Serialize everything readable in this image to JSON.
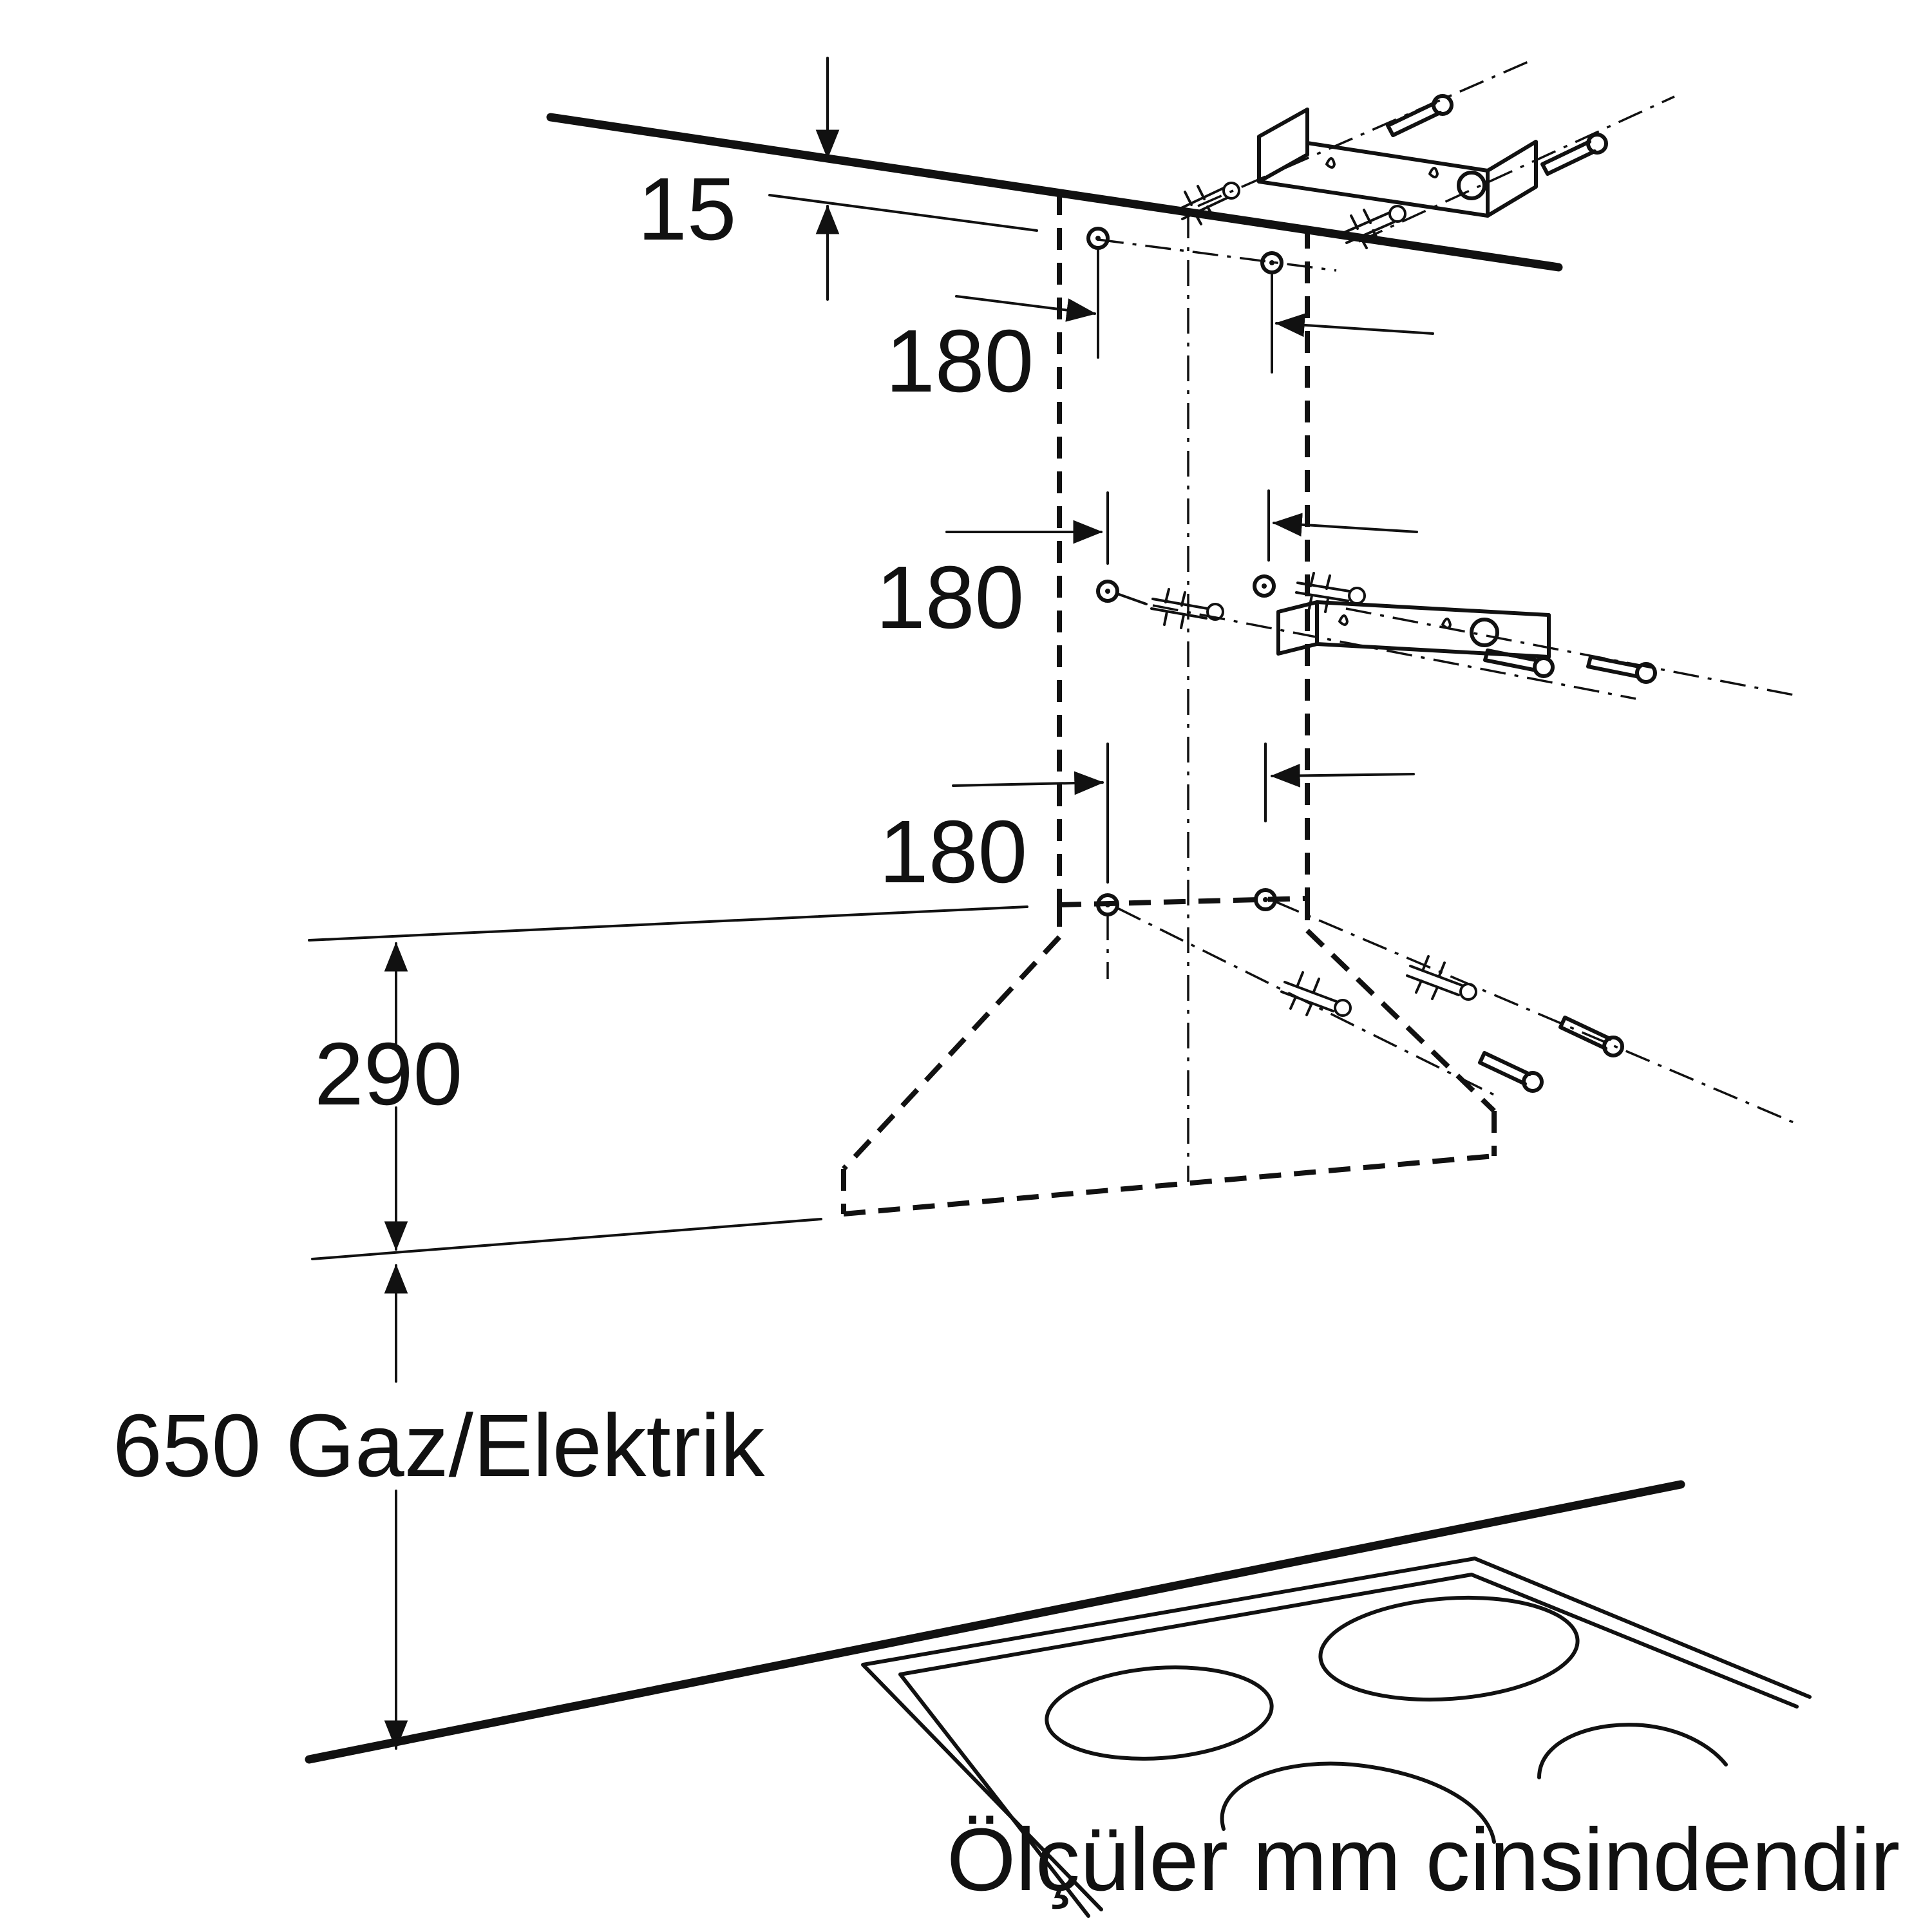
{
  "dimensions": {
    "top_offset": "15",
    "width_top": "180",
    "width_middle": "180",
    "width_bottom": "180",
    "hood_height": "290",
    "hob_clearance": "650 Gaz/Elektrik"
  },
  "footnote": "Ölçüler mm cinsindendir",
  "colors": {
    "line": "#111111",
    "background": "#ffffff"
  }
}
